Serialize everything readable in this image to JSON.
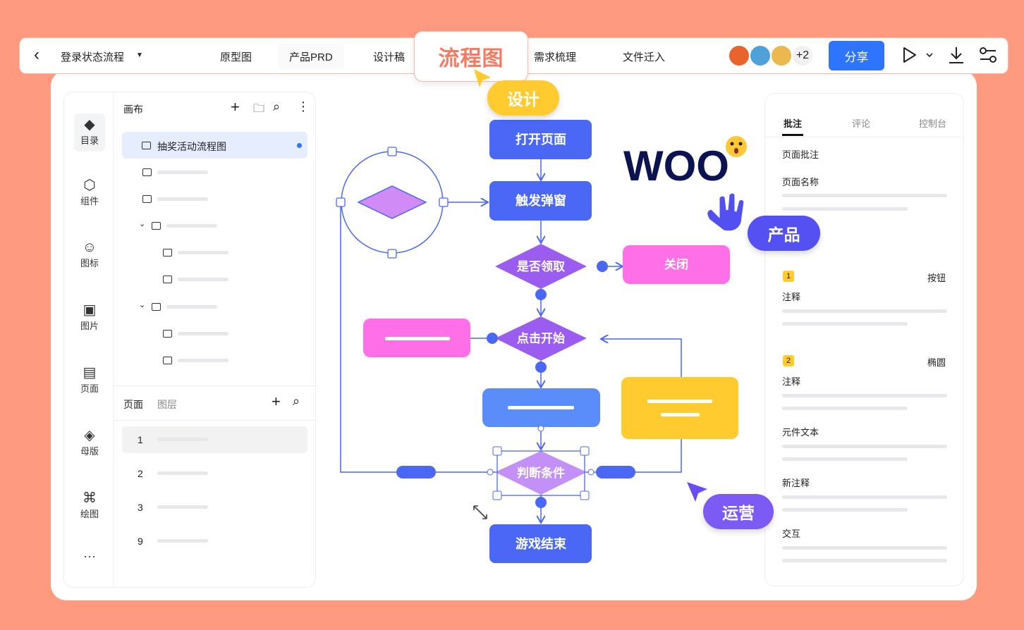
{
  "topbar": {
    "back": "‹",
    "doc_title": "登录状态流程",
    "tabs": [
      "原型图",
      "产品PRD",
      "设计稿",
      "流程图",
      "需求梳理",
      "文件迁入"
    ],
    "active_tab": "流程图",
    "collab_more": "+2",
    "share": "分享"
  },
  "left": {
    "rail": [
      "目录",
      "组件",
      "图标",
      "图片",
      "页面",
      "母版",
      "绘图"
    ],
    "rail_more": "···",
    "canvas_title": "画布",
    "selected_item": "抽奖活动流程图",
    "pages_tab": "页面",
    "layers_tab": "图层",
    "pages": [
      "1",
      "2",
      "3",
      "9"
    ]
  },
  "flow": {
    "open": "打开页面",
    "popup": "触发弹窗",
    "claim": "是否领取",
    "close": "关闭",
    "start": "点击开始",
    "judge": "判断条件",
    "end": "游戏结束"
  },
  "bubbles": {
    "design": "设计",
    "product": "产品",
    "ops": "运营",
    "woo": "WOO"
  },
  "right": {
    "tabs": [
      "批注",
      "评论",
      "控制台"
    ],
    "page_note": "页面批注",
    "page_name": "页面名称",
    "n1": "1",
    "n1_type": "按钮",
    "note": "注释",
    "n2": "2",
    "n2_type": "椭圆",
    "note2": "注释",
    "element_text": "元件文本",
    "new_note": "新注释",
    "interaction": "交互"
  },
  "colors": {
    "bg": "#FE9A7F",
    "blue": "#4A67F5",
    "purple": "#9B5CF0",
    "pink": "#FF6FE8",
    "yellow": "#FFCB2E",
    "accent": "#F47B63",
    "share": "#2F74FF"
  }
}
